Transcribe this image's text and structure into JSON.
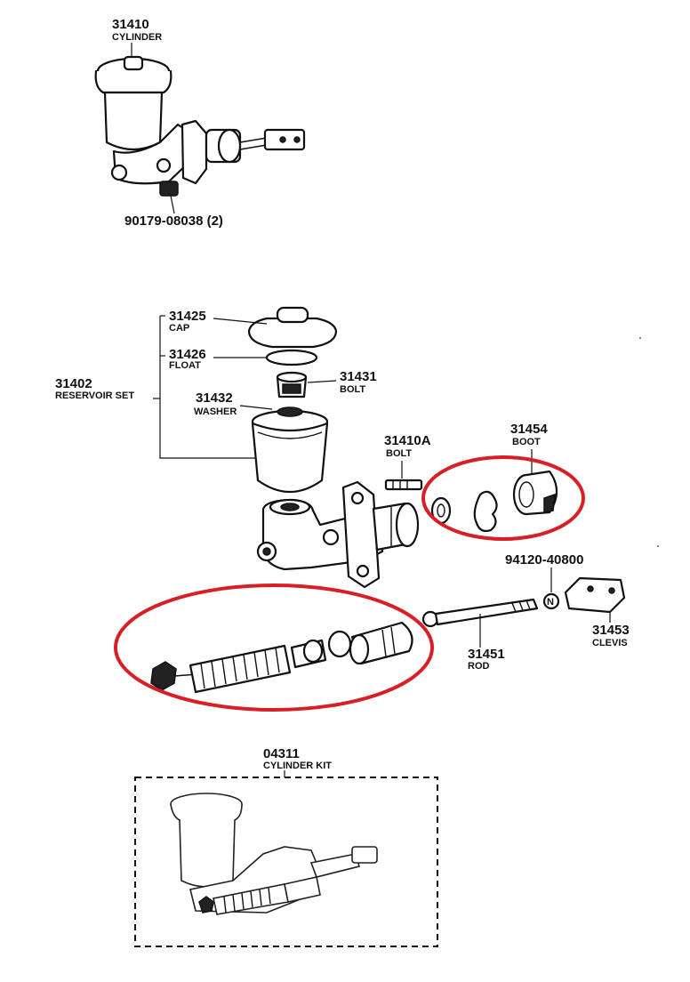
{
  "parts": {
    "cylinder_top": {
      "number": "31410",
      "name": "CYLINDER"
    },
    "bolt_top": {
      "number": "90179-08038 (2)"
    },
    "cap": {
      "number": "31425",
      "name": "CAP"
    },
    "float": {
      "number": "31426",
      "name": "FLOAT"
    },
    "reservoir_set": {
      "number": "31402",
      "name": "RESERVOIR SET"
    },
    "bolt_31431": {
      "number": "31431",
      "name": "BOLT"
    },
    "washer": {
      "number": "31432",
      "name": "WASHER"
    },
    "bolt_31410a": {
      "number": "31410A",
      "name": "BOLT"
    },
    "boot": {
      "number": "31454",
      "name": "BOOT"
    },
    "nut": {
      "number": "94120-40800",
      "mark": "N"
    },
    "clevis": {
      "number": "31453",
      "name": "CLEVIS"
    },
    "rod": {
      "number": "31451",
      "name": "ROD"
    },
    "cylinder_kit": {
      "number": "04311",
      "name": "CYLINDER KIT"
    }
  },
  "highlight_color": "#d81f26"
}
